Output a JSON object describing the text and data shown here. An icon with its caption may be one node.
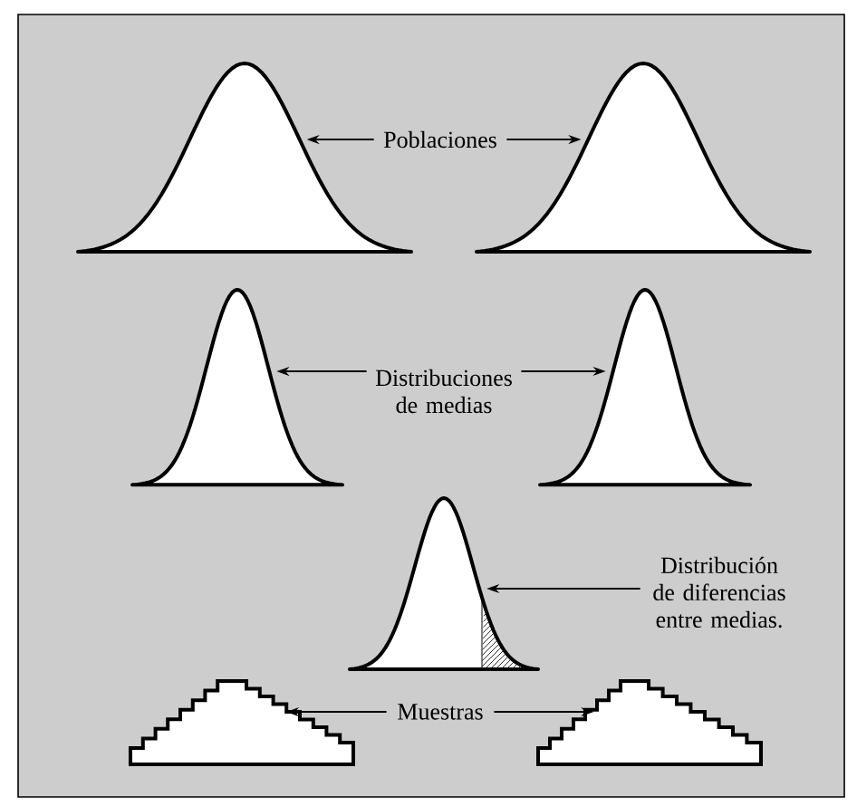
{
  "diagram": {
    "nodes": [
      {
        "text": [],
        "shape": "curve"
      },
      {
        "text": [
          "Poblaciones"
        ]
      },
      {
        "text": [],
        "shape": "curve"
      },
      {
        "text": [],
        "shape": "curve"
      },
      {
        "text": [
          "Distribuciones de medias"
        ]
      },
      {
        "text": [],
        "shape": "curve"
      },
      {
        "text": [],
        "shape": "curve"
      },
      {
        "text": [
          "Distribución de diferencias entre medias."
        ]
      },
      {
        "text": [],
        "shape": "histogram"
      },
      {
        "text": [
          "Muestras"
        ]
      },
      {
        "text": [],
        "shape": "histogram"
      }
    ],
    "edges": [
      {
        "from": 1,
        "to": 0,
        "arrow": "to"
      },
      {
        "from": 1,
        "to": 2,
        "arrow": "to"
      },
      {
        "from": 4,
        "to": 3,
        "arrow": "to"
      },
      {
        "from": 4,
        "to": 5,
        "arrow": "to"
      },
      {
        "from": 7,
        "to": 6,
        "arrow": "to"
      },
      {
        "from": 9,
        "to": 8,
        "arrow": "to"
      },
      {
        "from": 9,
        "to": 10,
        "arrow": "to"
      }
    ]
  }
}
